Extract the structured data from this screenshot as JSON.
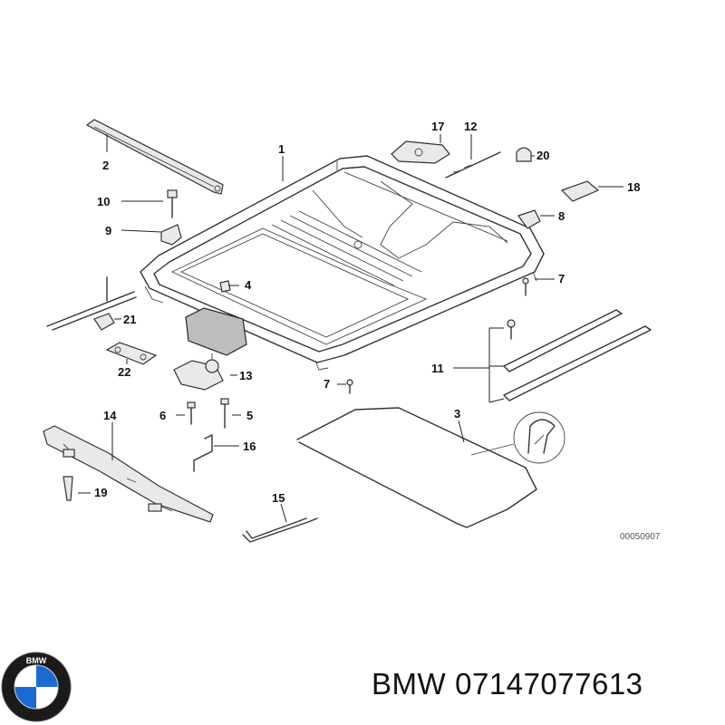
{
  "callouts": [
    {
      "id": "1",
      "label": "1"
    },
    {
      "id": "2",
      "label": "2"
    },
    {
      "id": "3",
      "label": "3"
    },
    {
      "id": "4",
      "label": "4"
    },
    {
      "id": "5",
      "label": "5"
    },
    {
      "id": "6",
      "label": "6"
    },
    {
      "id": "7a",
      "label": "7"
    },
    {
      "id": "7b",
      "label": "7"
    },
    {
      "id": "8",
      "label": "8"
    },
    {
      "id": "9",
      "label": "9"
    },
    {
      "id": "10",
      "label": "10"
    },
    {
      "id": "11",
      "label": "11"
    },
    {
      "id": "12",
      "label": "12"
    },
    {
      "id": "13",
      "label": "13"
    },
    {
      "id": "14",
      "label": "14"
    },
    {
      "id": "15",
      "label": "15"
    },
    {
      "id": "16",
      "label": "16"
    },
    {
      "id": "17",
      "label": "17"
    },
    {
      "id": "18",
      "label": "18"
    },
    {
      "id": "19",
      "label": "19"
    },
    {
      "id": "20",
      "label": "20"
    },
    {
      "id": "21",
      "label": "21"
    },
    {
      "id": "22",
      "label": "22"
    }
  ],
  "drawing_number": "00050907",
  "brand": {
    "name": "BMW",
    "part_number": "07147077613",
    "logo_letters": "BMW"
  },
  "colors": {
    "logo_blue": "#1c69d4",
    "logo_ring": "#1a1a1a",
    "line": "#333333"
  }
}
